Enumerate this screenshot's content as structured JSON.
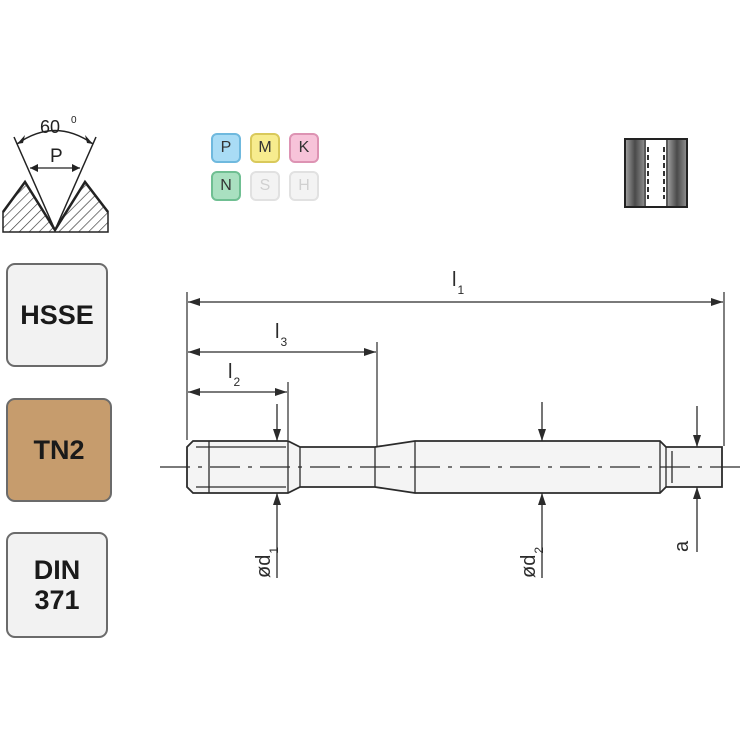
{
  "thread_profile": {
    "angle_label": "60",
    "angle_unit": "0",
    "pitch_label": "P"
  },
  "materials": [
    {
      "letter": "P",
      "bg": "#a9dcf5",
      "border": "#6fb9de",
      "text": "#333333"
    },
    {
      "letter": "M",
      "bg": "#f7ec8e",
      "border": "#d9c95b",
      "text": "#333333"
    },
    {
      "letter": "K",
      "bg": "#f7c3d9",
      "border": "#dd93b3",
      "text": "#333333"
    },
    {
      "letter": "N",
      "bg": "#a9e0c0",
      "border": "#6fbf92",
      "text": "#333333"
    },
    {
      "letter": "S",
      "bg": "#f3f3f3",
      "border": "#e1e1e1",
      "text": "#d0d0d0"
    },
    {
      "letter": "H",
      "bg": "#f3f3f3",
      "border": "#e1e1e1",
      "text": "#d0d0d0"
    }
  ],
  "badges": {
    "material": {
      "text": "HSSE",
      "bg": "#f2f2f2"
    },
    "coating": {
      "text": "TN2",
      "bg": "#c69c6d"
    },
    "standard": {
      "line1": "DIN",
      "line2": "371",
      "bg": "#f2f2f2"
    }
  },
  "dimensions": {
    "l1": {
      "main": "l",
      "sub": "1"
    },
    "l3": {
      "main": "l",
      "sub": "3"
    },
    "l2": {
      "main": "l",
      "sub": "2"
    },
    "d1": {
      "main": "ød",
      "sub": "1"
    },
    "d2": {
      "main": "ød",
      "sub": "2"
    },
    "a": {
      "main": "a"
    }
  },
  "colors": {
    "line": "#2b2b2b",
    "tool_fill": "#f4f4f4"
  }
}
